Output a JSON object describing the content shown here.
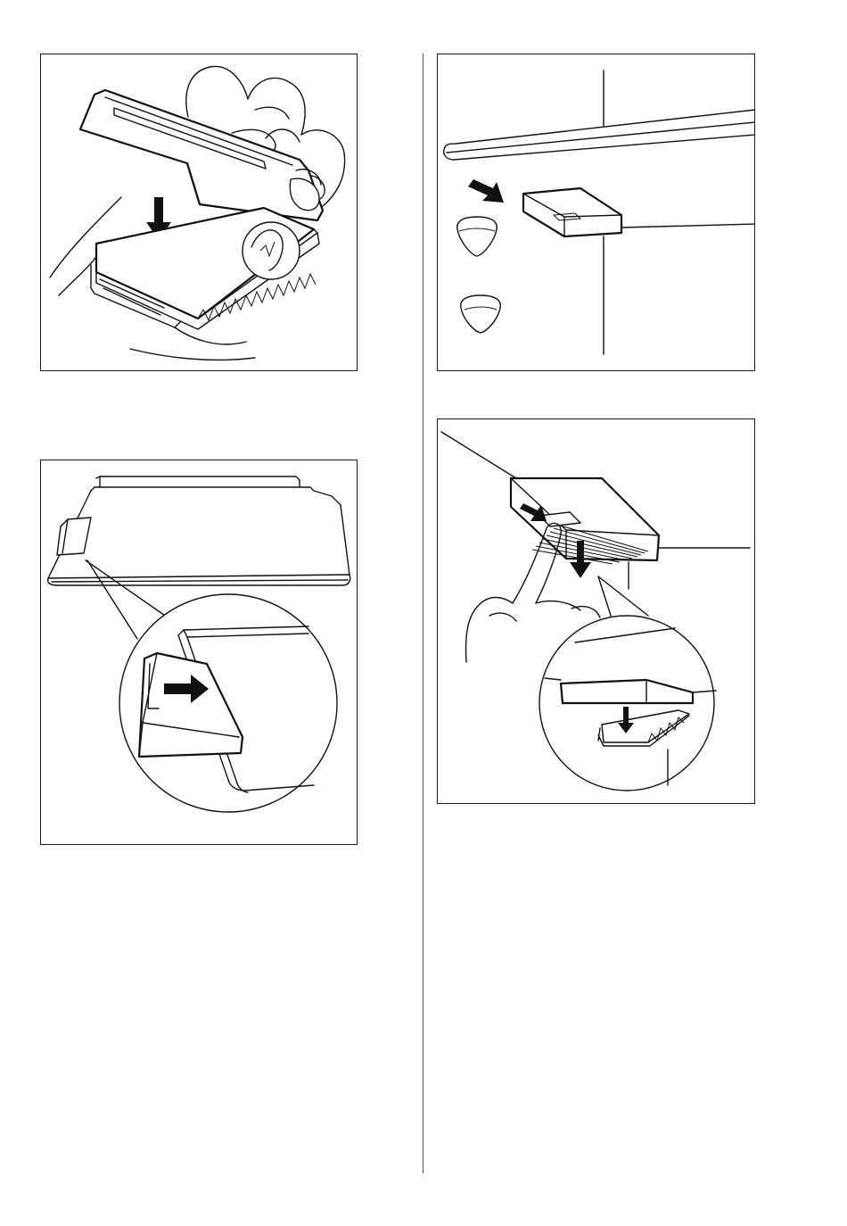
{
  "figures": [
    {
      "id": "fig-insert-filter-into-housing",
      "icon": "hands-inserting-filter-icon"
    },
    {
      "id": "fig-housing-under-shelf",
      "icon": "filter-housing-mounted-icon"
    },
    {
      "id": "fig-housing-clip-detail",
      "icon": "housing-clip-slide-icon"
    },
    {
      "id": "fig-press-release-filter",
      "icon": "finger-press-release-icon"
    }
  ],
  "colors": {
    "line": "#111111",
    "background": "#ffffff",
    "frame": "#1a1a1a"
  }
}
